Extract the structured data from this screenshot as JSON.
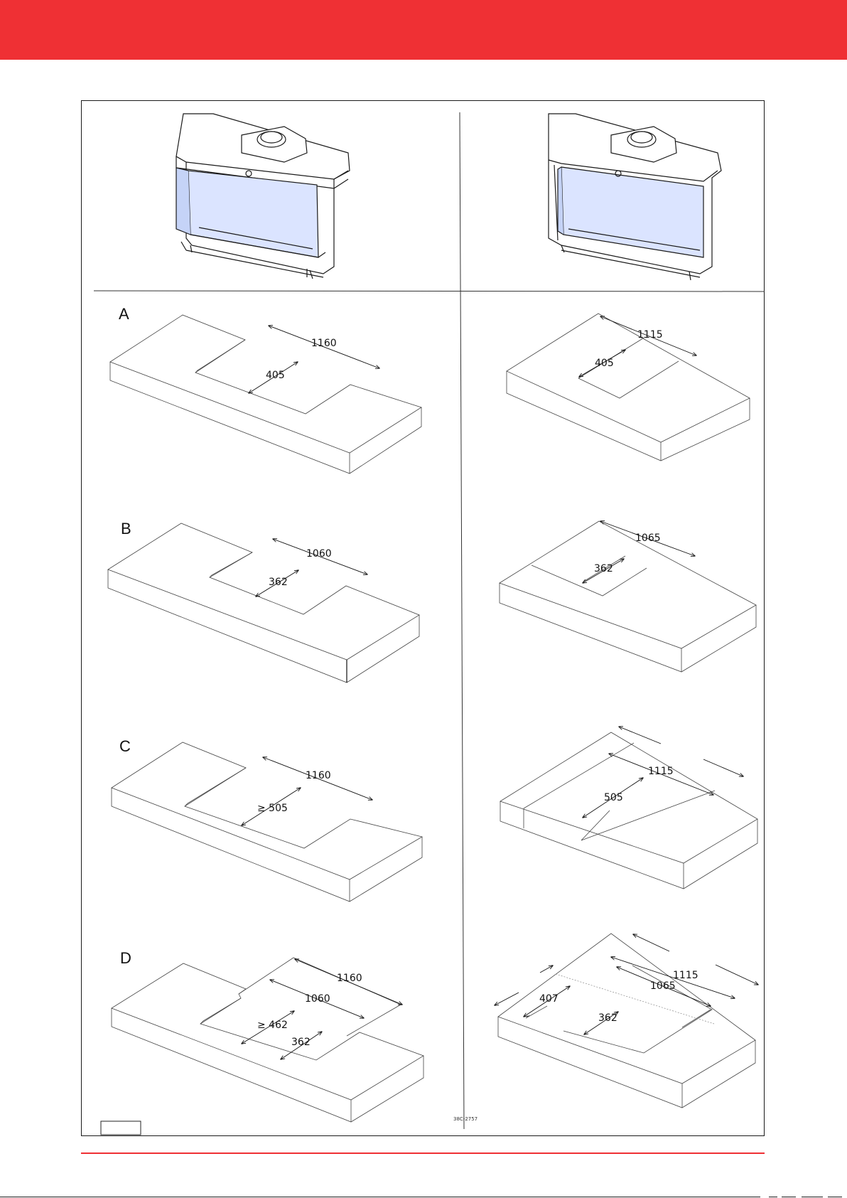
{
  "page": {
    "drawing_code": "38C-2757",
    "header_color": "#ef3034",
    "glass_color": "#dbe4ff"
  },
  "sections": [
    {
      "letter": "A",
      "left": {
        "outer": "1160",
        "inner": "405"
      },
      "right": {
        "outer": "1115",
        "inner": "405"
      }
    },
    {
      "letter": "B",
      "left": {
        "outer": "1060",
        "inner": "362"
      },
      "right": {
        "outer": "1065",
        "inner": "362"
      }
    },
    {
      "letter": "C",
      "left": {
        "outer": "1160",
        "inner": "≥ 505"
      },
      "right": {
        "outer": "1115",
        "inner": "505"
      }
    },
    {
      "letter": "D",
      "left": {
        "outer": "1160",
        "mid": "1060",
        "inner": "≥ 462",
        "inner2": "362"
      },
      "right": {
        "outer": "1115",
        "mid": "1065",
        "side": "407",
        "inner": "362"
      }
    }
  ]
}
